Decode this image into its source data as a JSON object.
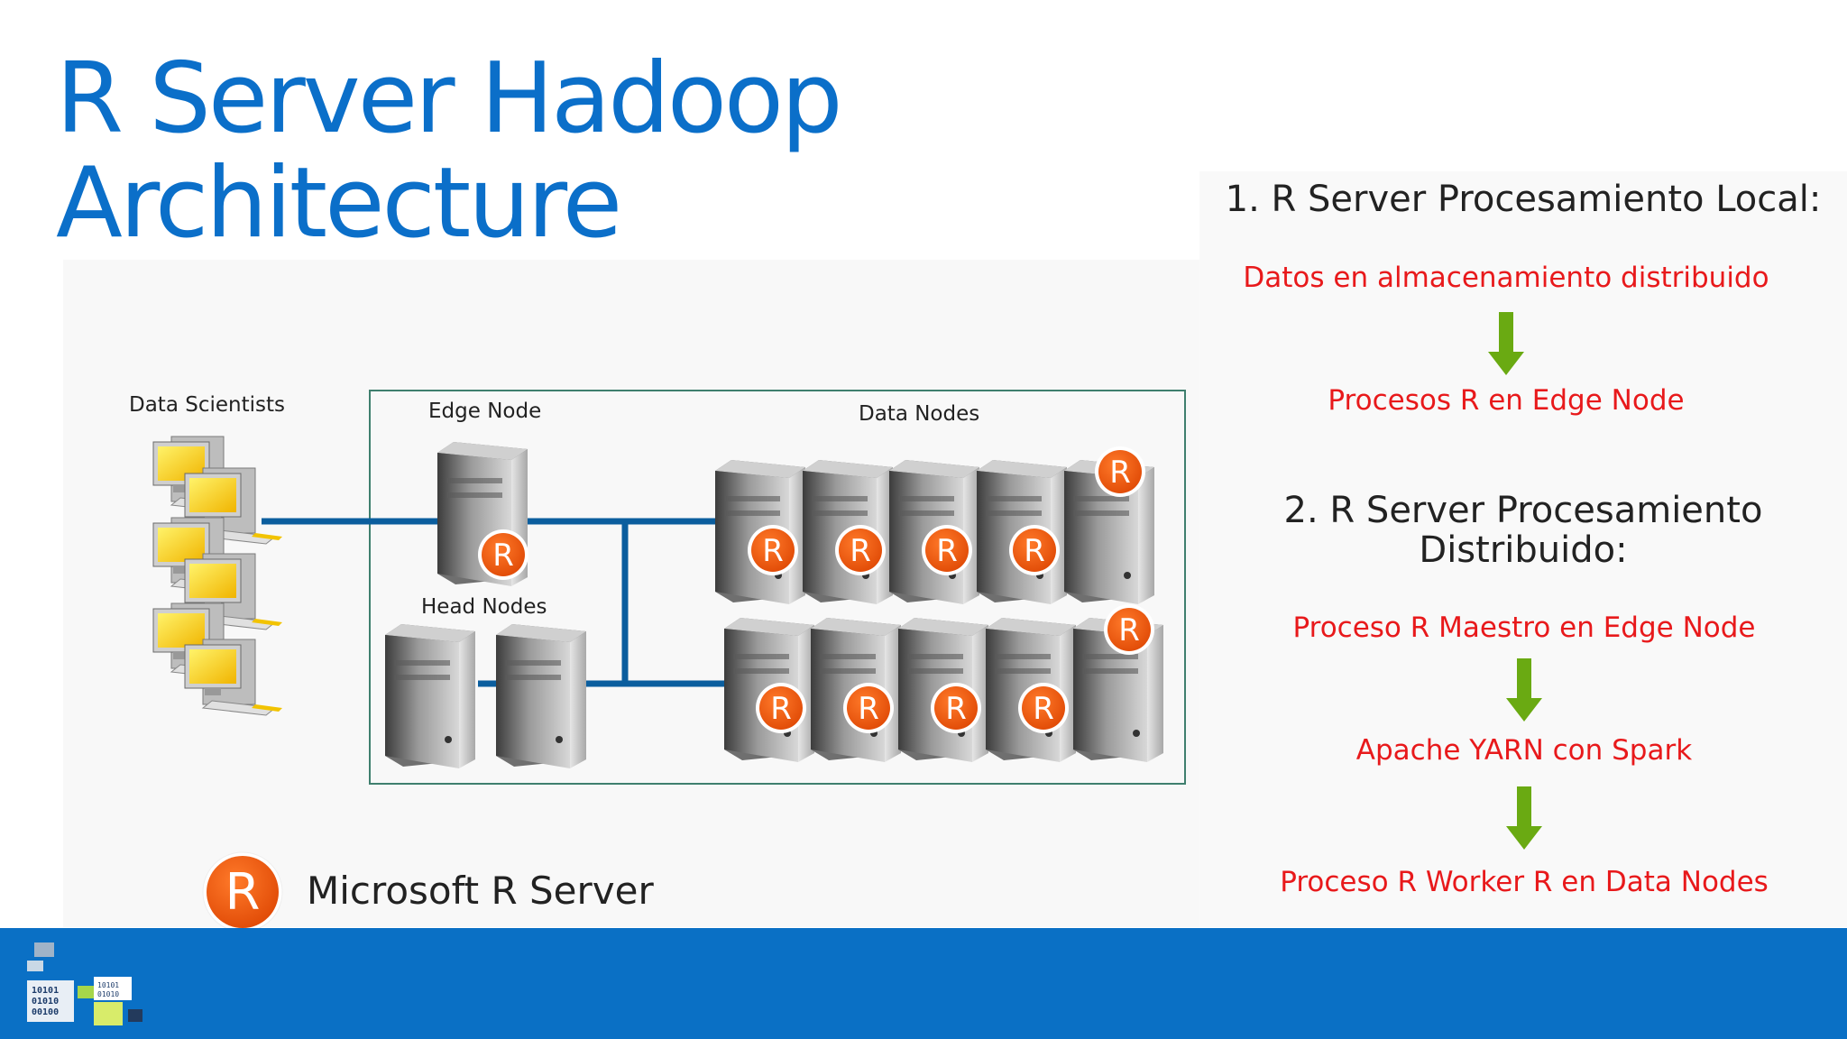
{
  "title": {
    "line1": "R Server Hadoop",
    "line2": "Architecture"
  },
  "diagram": {
    "data_scientists_label": "Data Scientists",
    "edge_node_label": "Edge Node",
    "data_nodes_label": "Data Nodes",
    "head_nodes_label": "Head Nodes",
    "r_badge_letter": "R",
    "line_color": "#0B5E9E"
  },
  "legend": {
    "label": "Microsoft R Server",
    "icon": "r-logo-icon"
  },
  "panel": {
    "section1_heading": "1. R Server Procesamiento Local:",
    "section1_steps": [
      "Datos en almacenamiento distribuido",
      "Procesos R en Edge Node"
    ],
    "section2_heading_line1": "2. R Server Procesamiento",
    "section2_heading_line2": "Distribuido:",
    "section2_steps": [
      "Proceso R Maestro en Edge Node",
      "Apache YARN con Spark",
      "Proceso R Worker R en Data Nodes"
    ],
    "step_color": "#e8191b",
    "arrow_color": "#6aaa12"
  },
  "footer": {
    "color": "#0A70C5",
    "logo_digits": [
      "10101",
      "01010",
      "00100"
    ]
  }
}
